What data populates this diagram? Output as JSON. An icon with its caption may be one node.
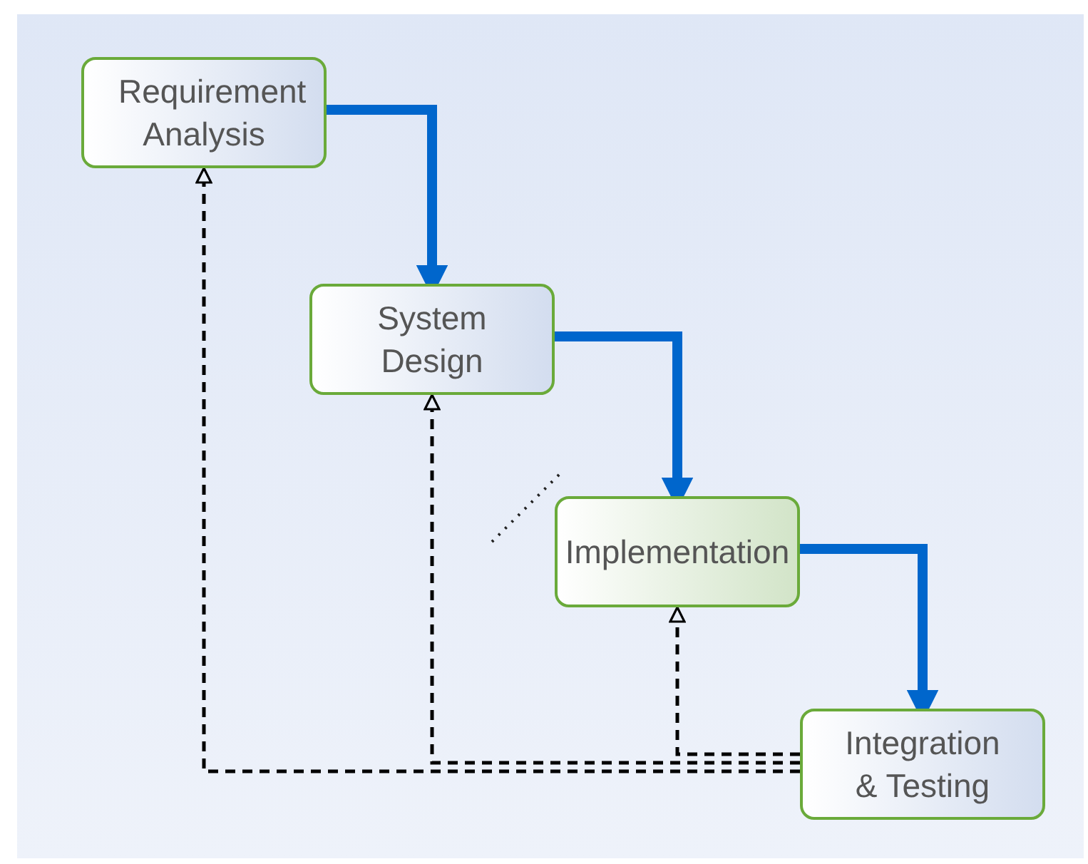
{
  "diagram": {
    "nodes": [
      {
        "text": [
          "Requirement Analysis"
        ]
      },
      {
        "text": [
          "System Design"
        ]
      },
      {
        "text": [
          "Implementation"
        ]
      },
      {
        "text": [
          "Integration & Testing"
        ]
      }
    ],
    "edges": [
      {
        "from": 0,
        "to": 1,
        "arrow": "to",
        "style": "thick",
        "color": "#0066cc"
      },
      {
        "from": 1,
        "to": 2,
        "arrow": "to",
        "style": "thick",
        "color": "#0066cc"
      },
      {
        "from": 2,
        "to": 3,
        "arrow": "to",
        "style": "thick",
        "color": "#0066cc"
      },
      {
        "from": 3,
        "to": 0,
        "arrow": "to",
        "style": "dashed",
        "color": "#000000"
      },
      {
        "from": 3,
        "to": 1,
        "arrow": "to",
        "style": "dashed",
        "color": "#000000"
      },
      {
        "from": 3,
        "to": 2,
        "arrow": "to",
        "style": "dashed",
        "color": "#000000"
      }
    ]
  }
}
